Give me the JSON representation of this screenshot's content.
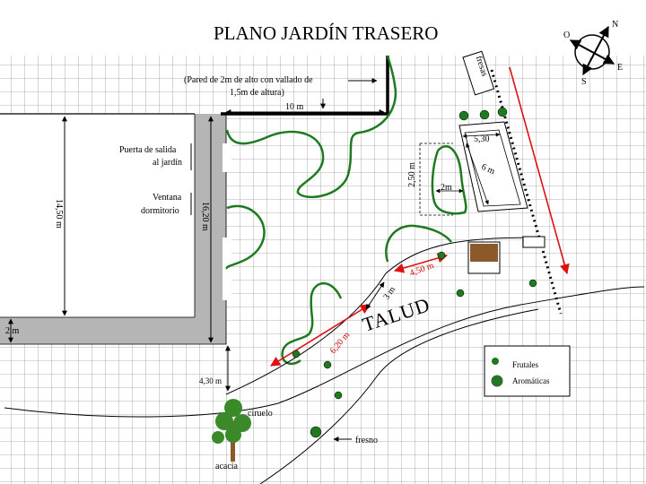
{
  "title": "PLANO JARDÍN TRASERO",
  "wall_note_line1": "(Pared de 2m de alto con  vallado de",
  "wall_note_line2": "1,5m de altura)",
  "wall_length": "10 m",
  "house_depth": "14,50 m",
  "wall_depth": "16,20 m",
  "strip_width": "2 m",
  "door_line1": "Puerta de salida",
  "door_line2": "al jardín",
  "window_line1": "Ventana",
  "window_line2": "dormitorio",
  "distance_430": "4,30 m",
  "talud_label": "TALUD",
  "talud_upper_len": "4,50 m",
  "talud_lower_len": "6,20 m",
  "talud_width": "3 m",
  "bed_width": "2m",
  "bed_height": "2,50 m",
  "fresas_label": "fresas",
  "strawberry_width": "5,30",
  "strawberry_len": "6 m",
  "tree_ciruelo": "ciruelo",
  "tree_acacia": "acacia",
  "tree_fresno": "fresno",
  "legend_frutales": "Frutales",
  "legend_aromaticas": "Aromáticas",
  "compass": {
    "n": "N",
    "s": "S",
    "e": "E",
    "o": "O"
  },
  "colors": {
    "grid": "#9a9a9a",
    "wall": "#b5b5b5",
    "bed": "#1f7a1f",
    "red": "#d11",
    "shed": "#8b5a2b"
  }
}
